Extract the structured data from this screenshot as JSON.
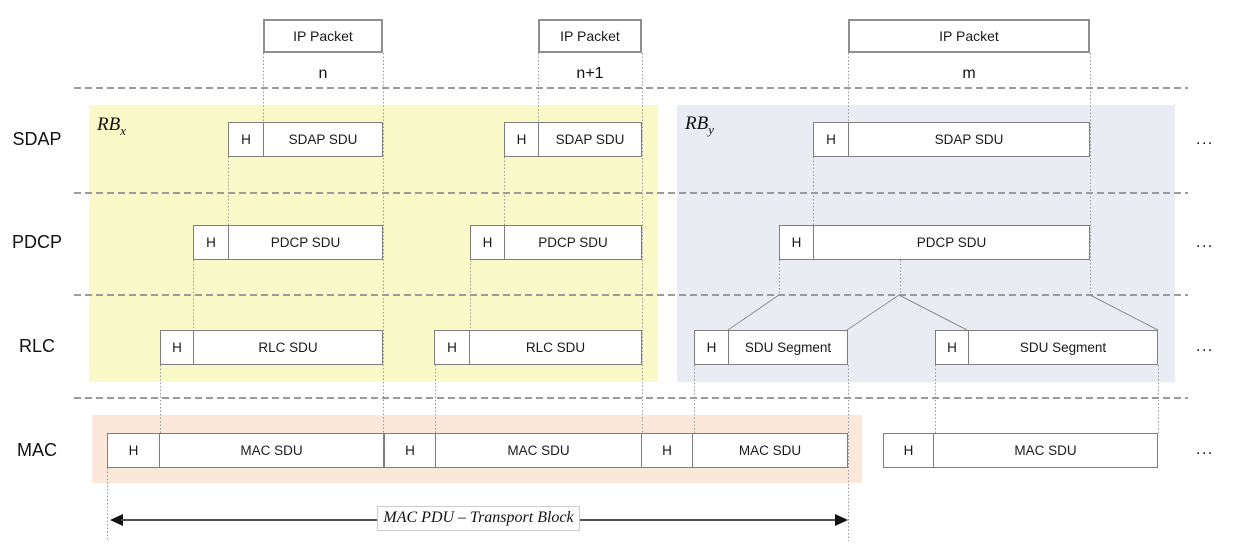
{
  "layers": [
    {
      "label": "SDAP"
    },
    {
      "label": "PDCP"
    },
    {
      "label": "RLC"
    },
    {
      "label": "MAC"
    }
  ],
  "packets": [
    {
      "label": "IP Packet",
      "index": "n"
    },
    {
      "label": "IP Packet",
      "index": "n+1"
    },
    {
      "label": "IP Packet",
      "index": "m"
    }
  ],
  "radio_bearers": [
    {
      "name": "RB",
      "sub": "x"
    },
    {
      "name": "RB",
      "sub": "y"
    }
  ],
  "cells": {
    "header": "H",
    "sdap_sdu": "SDAP SDU",
    "pdcp_sdu": "PDCP SDU",
    "rlc_sdu": "RLC SDU",
    "sdu_segment": "SDU Segment",
    "mac_sdu": "MAC SDU"
  },
  "footer": {
    "transport_block": "MAC PDU – Transport Block"
  },
  "ellipsis": "...",
  "colors": {
    "rb_x_fill": "#fafac8",
    "rb_y_fill": "#e9edf3",
    "mac_pdu_fill": "#fbe8da",
    "box_border": "#7e7e7e",
    "line_gray": "#999999"
  }
}
